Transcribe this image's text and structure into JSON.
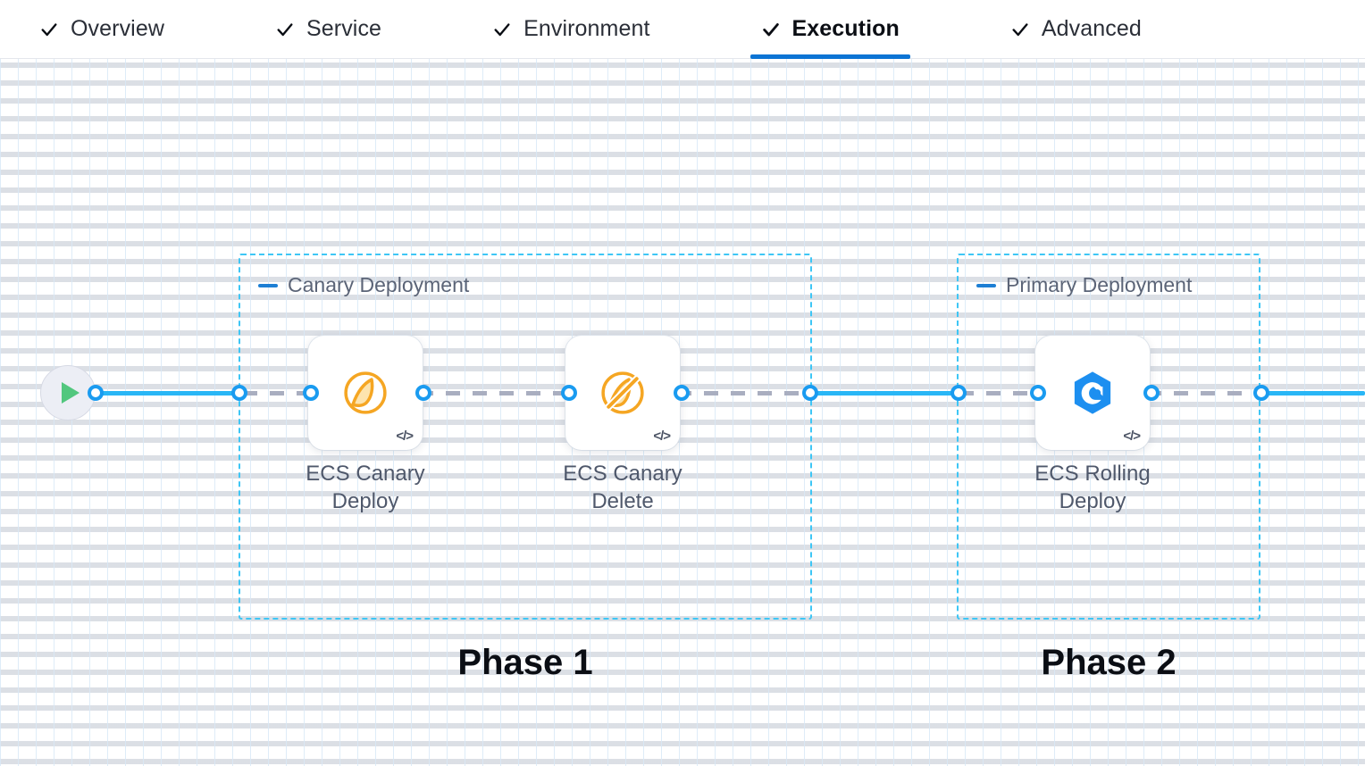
{
  "tabs": [
    {
      "label": "Overview",
      "icon": "check-icon",
      "active": false
    },
    {
      "label": "Service",
      "icon": "check-icon",
      "active": false
    },
    {
      "label": "Environment",
      "icon": "check-icon",
      "active": false
    },
    {
      "label": "Execution",
      "icon": "check-icon",
      "active": true
    },
    {
      "label": "Advanced",
      "icon": "check-icon",
      "active": false
    }
  ],
  "canvas": {
    "start_node": {
      "icon": "play-icon",
      "name": "pipeline-start"
    },
    "groups": [
      {
        "title": "Canary Deployment",
        "collapse_icon": "minus-icon",
        "phase_caption": "Phase 1"
      },
      {
        "title": "Primary Deployment",
        "collapse_icon": "minus-icon",
        "phase_caption": "Phase 2"
      }
    ],
    "nodes": [
      {
        "label": "ECS Canary Deploy",
        "label_line1": "ECS Canary",
        "label_line2": "Deploy",
        "icon": "ecs-canary-deploy-icon",
        "icon_color": "#f5a623",
        "badge": "</>"
      },
      {
        "label": "ECS Canary Delete",
        "label_line1": "ECS Canary",
        "label_line2": "Delete",
        "icon": "ecs-canary-delete-icon",
        "icon_color": "#f5a623",
        "badge": "</>"
      },
      {
        "label": "ECS Rolling Deploy",
        "label_line1": "ECS Rolling",
        "label_line2": "Deploy",
        "icon": "ecs-rolling-deploy-icon",
        "icon_color": "#1d8ff0",
        "badge": "</>"
      }
    ]
  },
  "colors": {
    "accent_blue": "#0c74d4",
    "link_blue": "#29b6f6",
    "group_border": "#3ec6f5",
    "node_orange": "#f5a623",
    "node_blue": "#1d8ff0",
    "play_green": "#52c77e",
    "label_gray": "#4f586b"
  }
}
